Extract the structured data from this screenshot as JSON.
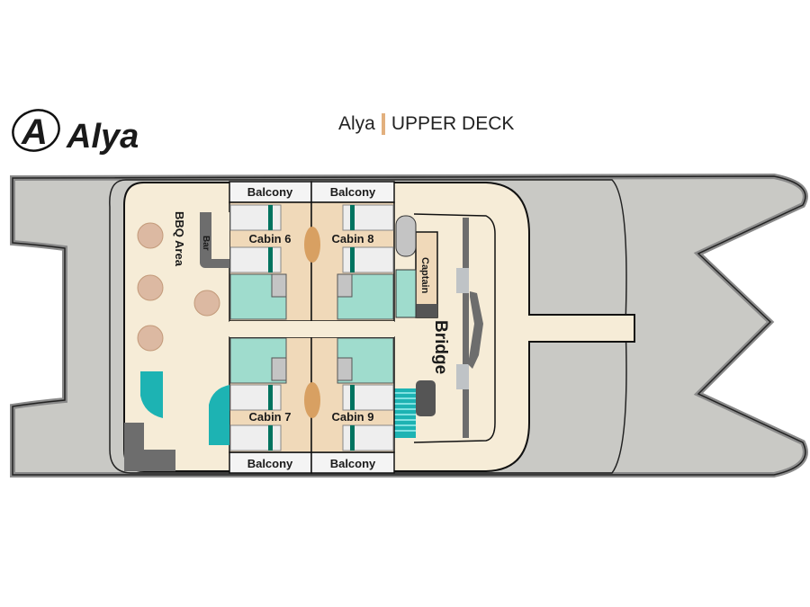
{
  "logo": {
    "text": "Alya"
  },
  "header": {
    "ship": "Alya",
    "deck": "UPPER DECK"
  },
  "colors": {
    "hull": "#c9c9c5",
    "deck": "#f6ecd7",
    "cabin": "#f0d9b9",
    "bath": "#9fdccd",
    "accent": "#e2b07e",
    "stairs": "#1db3b3"
  },
  "rooms": {
    "balcony_6": "Balcony",
    "balcony_8": "Balcony",
    "balcony_7": "Balcony",
    "balcony_9": "Balcony",
    "cabin_6": "Cabin 6",
    "cabin_8": "Cabin 8",
    "cabin_7": "Cabin 7",
    "cabin_9": "Cabin 9",
    "bbq": "BBQ Area",
    "bar": "Bar",
    "captain": "Captain",
    "bridge": "Bridge"
  }
}
